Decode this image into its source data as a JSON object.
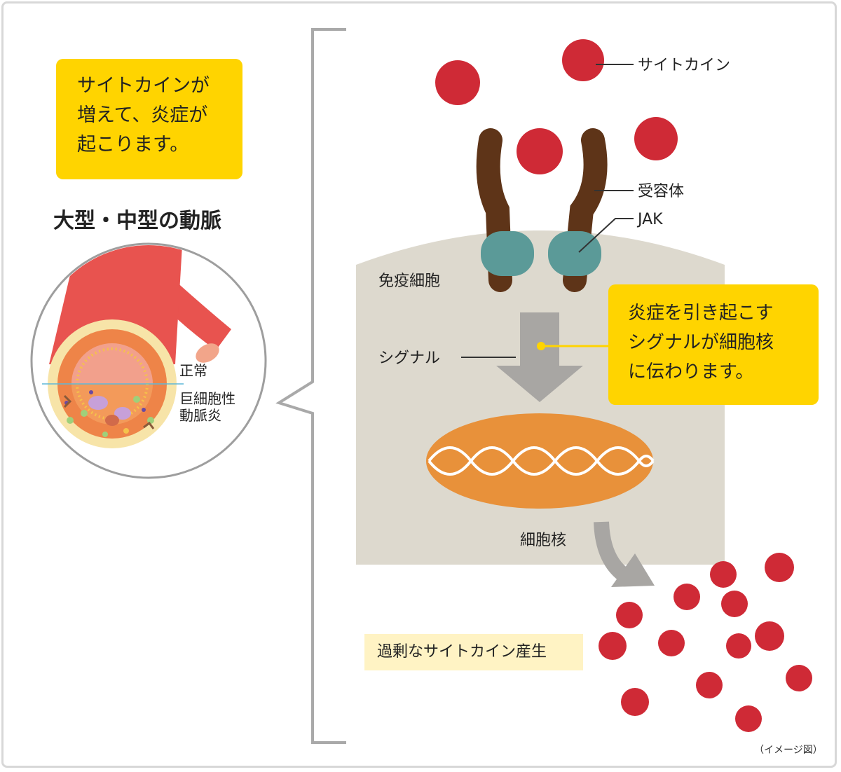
{
  "callout_left": [
    "サイトカインが",
    "増えて、炎症が",
    "起こります。"
  ],
  "artery": {
    "heading": "大型・中型の動脈",
    "normal_label": "正常",
    "disease_label": [
      "巨細胞性",
      "動脈炎"
    ]
  },
  "labels": {
    "cytokine": "サイトカイン",
    "receptor": "受容体",
    "jak": "JAK",
    "immune_cell": "免疫細胞",
    "signal": "シグナル",
    "nucleus": "細胞核"
  },
  "callout_signal": [
    "炎症を引き起こす",
    "シグナルが細胞核",
    "に伝わります。"
  ],
  "excess_label": "過剰なサイトカイン産生",
  "image_note": "（イメージ図）",
  "colors": {
    "cytokine": "#cf2a36",
    "receptor": "#5e3418",
    "jak": "#5b9a98",
    "cell": "#ddd9ce",
    "nucleus": "#e8913a",
    "artery": "#e8534f",
    "callout": "#ffd400",
    "arrow": "#a8a6a3"
  }
}
